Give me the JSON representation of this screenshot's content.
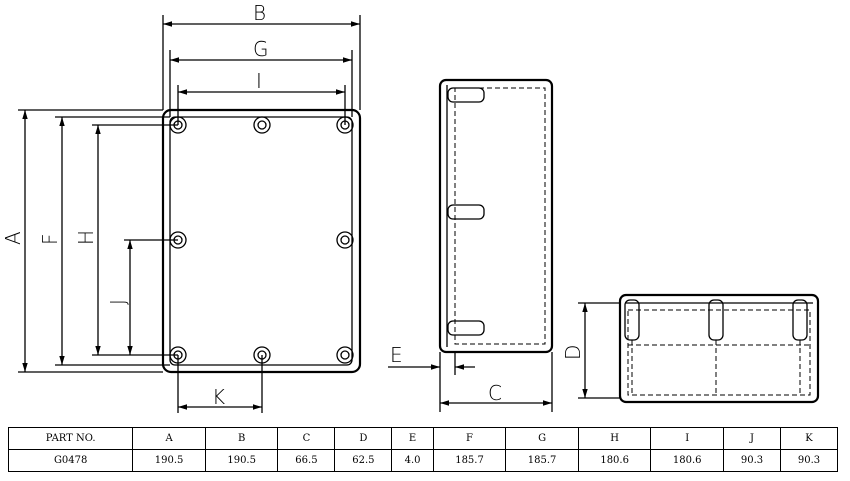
{
  "labels": {
    "A": "A",
    "B": "B",
    "C": "C",
    "D": "D",
    "E": "E",
    "F": "F",
    "G": "G",
    "H": "H",
    "I": "I",
    "J": "J",
    "K": "K"
  },
  "table": {
    "headers": [
      "PART NO.",
      "A",
      "B",
      "C",
      "D",
      "E",
      "F",
      "G",
      "H",
      "I",
      "J",
      "K"
    ],
    "rows": [
      [
        "G0478",
        "190.5",
        "190.5",
        "66.5",
        "62.5",
        "4.0",
        "185.7",
        "185.7",
        "180.6",
        "180.6",
        "90.3",
        "90.3"
      ]
    ]
  }
}
